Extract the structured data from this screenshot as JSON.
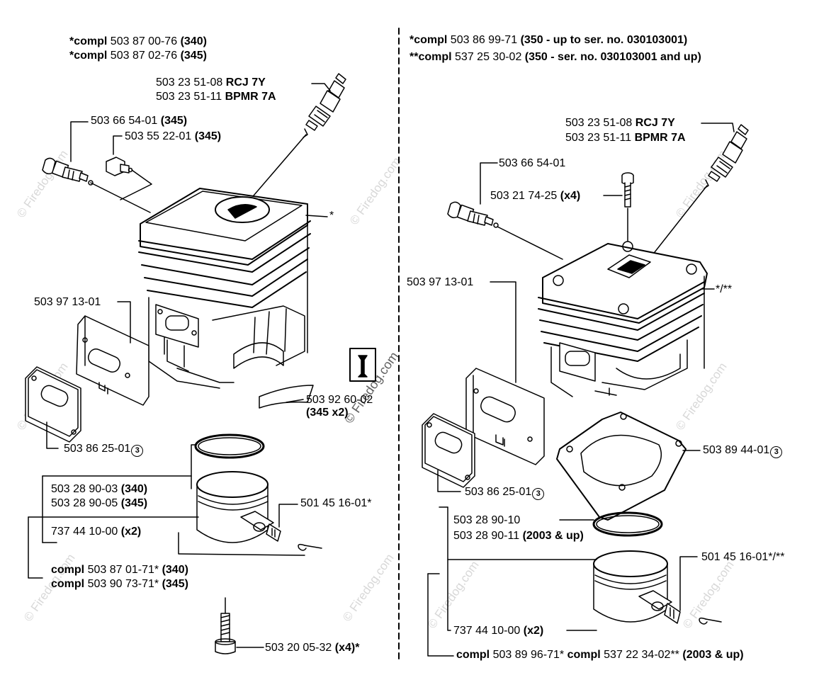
{
  "watermark": "© Firedog.com",
  "left": {
    "header": {
      "line1": {
        "prefix": "*compl",
        "number": "503 87 00-76",
        "suffix": "(340)"
      },
      "line2": {
        "prefix": "*compl",
        "number": "503 87 02-76",
        "suffix": "(345)"
      }
    },
    "spark_plug": {
      "line1": {
        "number": "503 23 51-08",
        "suffix": "RCJ 7Y"
      },
      "line2": {
        "number": "503 23 51-11",
        "suffix": "BPMR 7A"
      }
    },
    "decomp_valve": {
      "number": "503 66 54-01",
      "suffix": "(345)"
    },
    "plug_screw": {
      "number": "503 55 22-01",
      "suffix": "(345)"
    },
    "cylinder_mark": "*",
    "gasket_plate": {
      "number": "503 97 13-01"
    },
    "tool_badge": {
      "number": "503 92 60-02",
      "suffix": "(345 x2)"
    },
    "exhaust_gasket": {
      "number": "503 86 25-01",
      "circled": "3"
    },
    "piston": {
      "line1": {
        "number": "503 28 90-03",
        "suffix": "(340)"
      },
      "line2": {
        "number": "503 28 90-05",
        "suffix": "(345)"
      }
    },
    "needle_bearing": {
      "number": "501 45 16-01*"
    },
    "circlip": {
      "number": "737 44 10-00",
      "suffix": "(x2)"
    },
    "piston_kit": {
      "line1": {
        "prefix": "compl",
        "number": "503 87 01-71*",
        "suffix": "(340)"
      },
      "line2": {
        "prefix": "compl",
        "number": "503 90 73-71*",
        "suffix": "(345)"
      }
    },
    "cyl_screw": {
      "number": "503 20 05-32",
      "suffix": "(x4)*"
    }
  },
  "right": {
    "header": {
      "line1": {
        "prefix": "*compl",
        "number": "503 86 99-71",
        "suffix": "(350 - up to ser. no. 030103001)"
      },
      "line2": {
        "prefix": "**compl",
        "number": "537 25 30-02",
        "suffix": "(350 - ser. no. 030103001 and up)"
      }
    },
    "spark_plug": {
      "line1": {
        "number": "503 23 51-08",
        "suffix": "RCJ 7Y"
      },
      "line2": {
        "number": "503 23 51-11",
        "suffix": "BPMR 7A"
      }
    },
    "decomp_valve": {
      "number": "503 66 54-01"
    },
    "head_screw": {
      "number": "503 21 74-25",
      "suffix": "(x4)"
    },
    "cylinder_mark": "*/**",
    "gasket_plate": {
      "number": "503 97 13-01"
    },
    "base_gasket": {
      "number": "503 89 44-01",
      "circled": "3"
    },
    "exhaust_gasket": {
      "number": "503 86 25-01",
      "circled": "3"
    },
    "piston_ring": {
      "line1": {
        "number": "503 28 90-10"
      },
      "line2": {
        "number": "503 28 90-11",
        "suffix": "(2003 & up)"
      }
    },
    "needle_bearing": {
      "number": "501 45 16-01*/**"
    },
    "circlip": {
      "number": "737 44 10-00",
      "suffix": "(x2)"
    },
    "piston_kit": {
      "prefix": "compl",
      "number": "503 89 96-71*",
      "prefix2": "compl",
      "number2": "537 22 34-02**",
      "suffix": "(2003 & up)"
    }
  }
}
